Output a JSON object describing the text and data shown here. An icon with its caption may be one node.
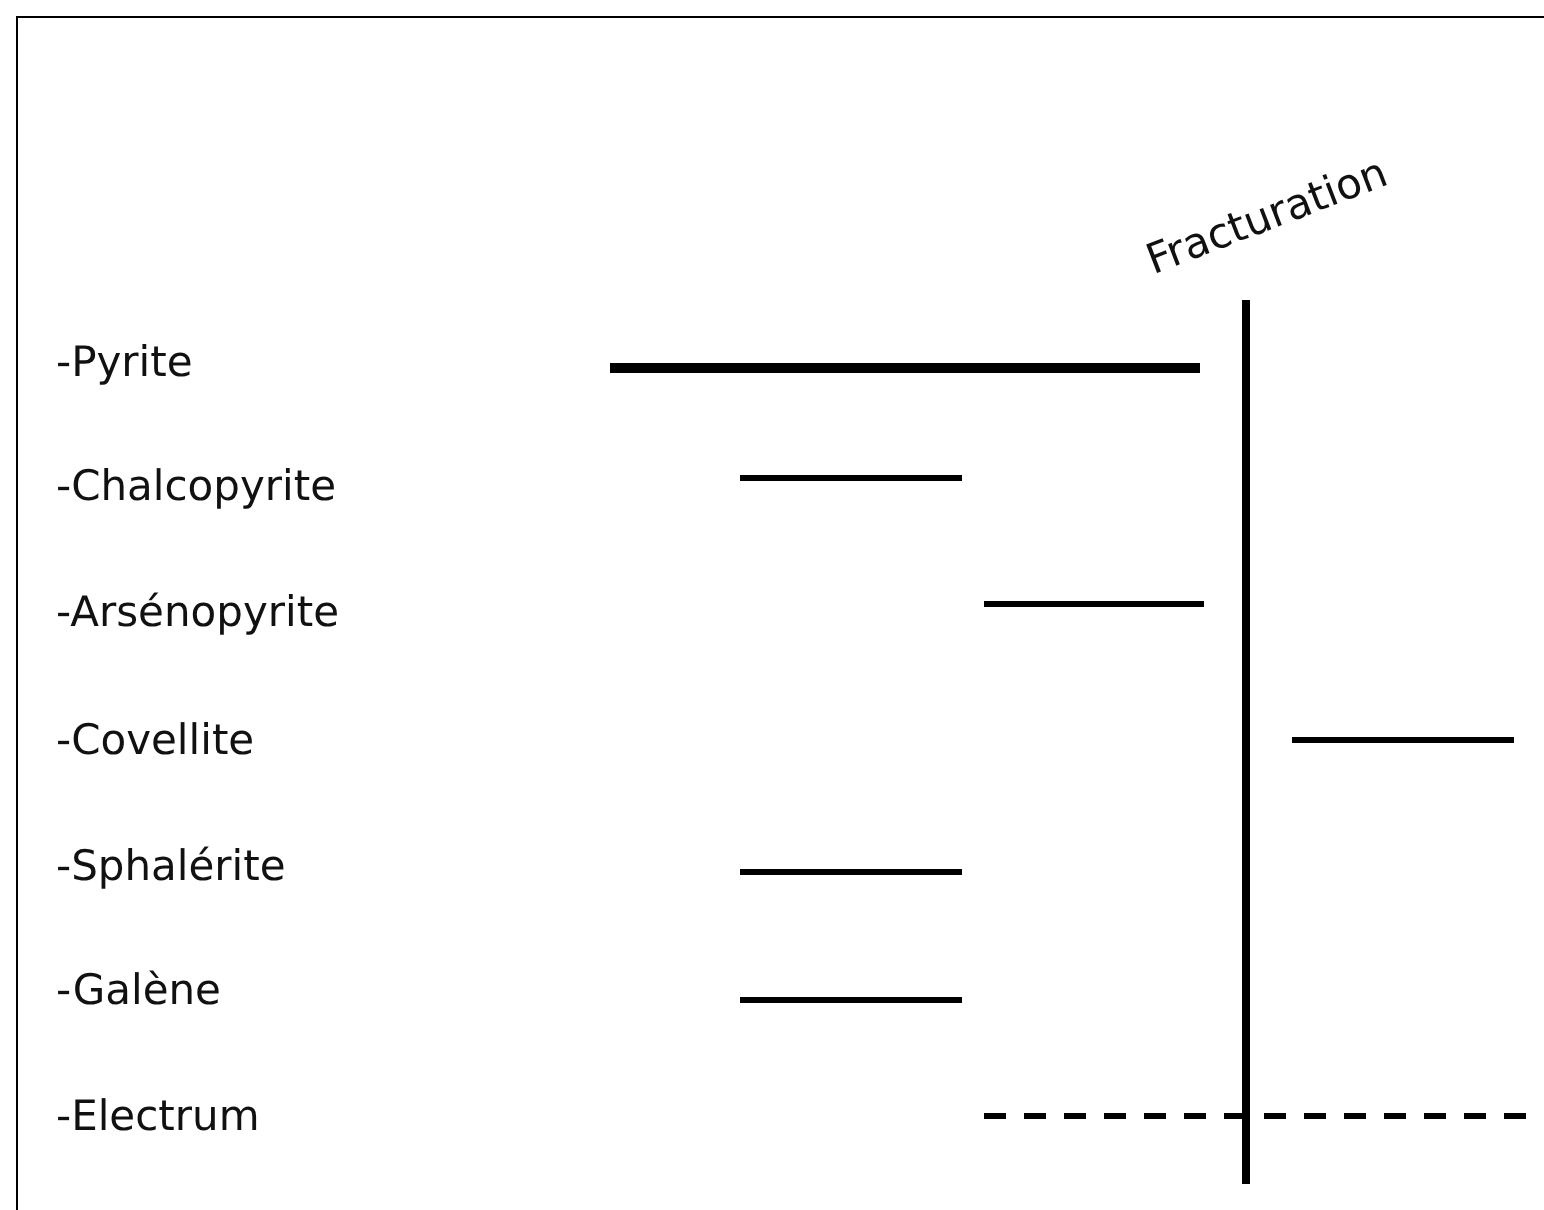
{
  "diagram": {
    "labels": [
      "Fracturation",
      "-Pyrite",
      "-Chalcopyrite",
      "-Arsénopyrite",
      "-Covellite",
      "-Sphalérite",
      "-Galène",
      "-Electrum"
    ]
  }
}
